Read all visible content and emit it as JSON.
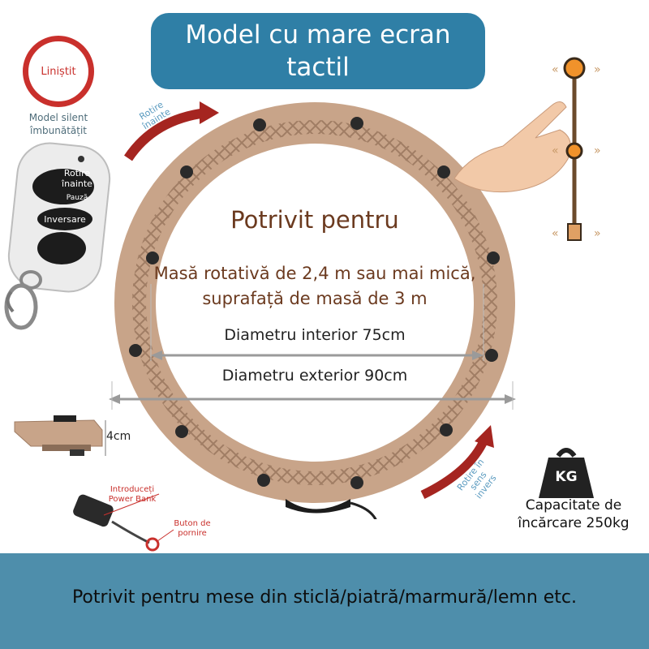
{
  "header": {
    "title": "Model cu mare ecran tactil"
  },
  "badge": {
    "label": "Liniștit",
    "note": "Model silent îmbunătățit"
  },
  "remote": {
    "buttons": [
      "Rotire înainte",
      "Pauză",
      "Inversare"
    ]
  },
  "rotation": {
    "forward": "Rotire înainte",
    "reverse": "Rotire în sens invers"
  },
  "center": {
    "heading": "Potrivit pentru",
    "description": "Masă rotativă de 2,4 m sau mai mică, suprafață de masă de 3 m",
    "inner_diameter": "Diametru interior 75cm",
    "outer_diameter": "Diametru exterior 90cm"
  },
  "side": {
    "thickness": "4cm"
  },
  "power": {
    "power_bank": "Introduceți Power Bank",
    "start_button": "Buton de pornire"
  },
  "weight": {
    "icon_label": "KG",
    "capacity": "Capacitate de încărcare 250kg"
  },
  "footer": {
    "text": "Potrivit pentru mese din sticlă/piatră/marmură/lemn etc."
  },
  "colors": {
    "title_bg": "#2f7fa6",
    "footer_bg": "#4e8eab",
    "ring": "#c8a489",
    "accent_red": "#c9302c",
    "text_brown": "#6b3a1f"
  }
}
